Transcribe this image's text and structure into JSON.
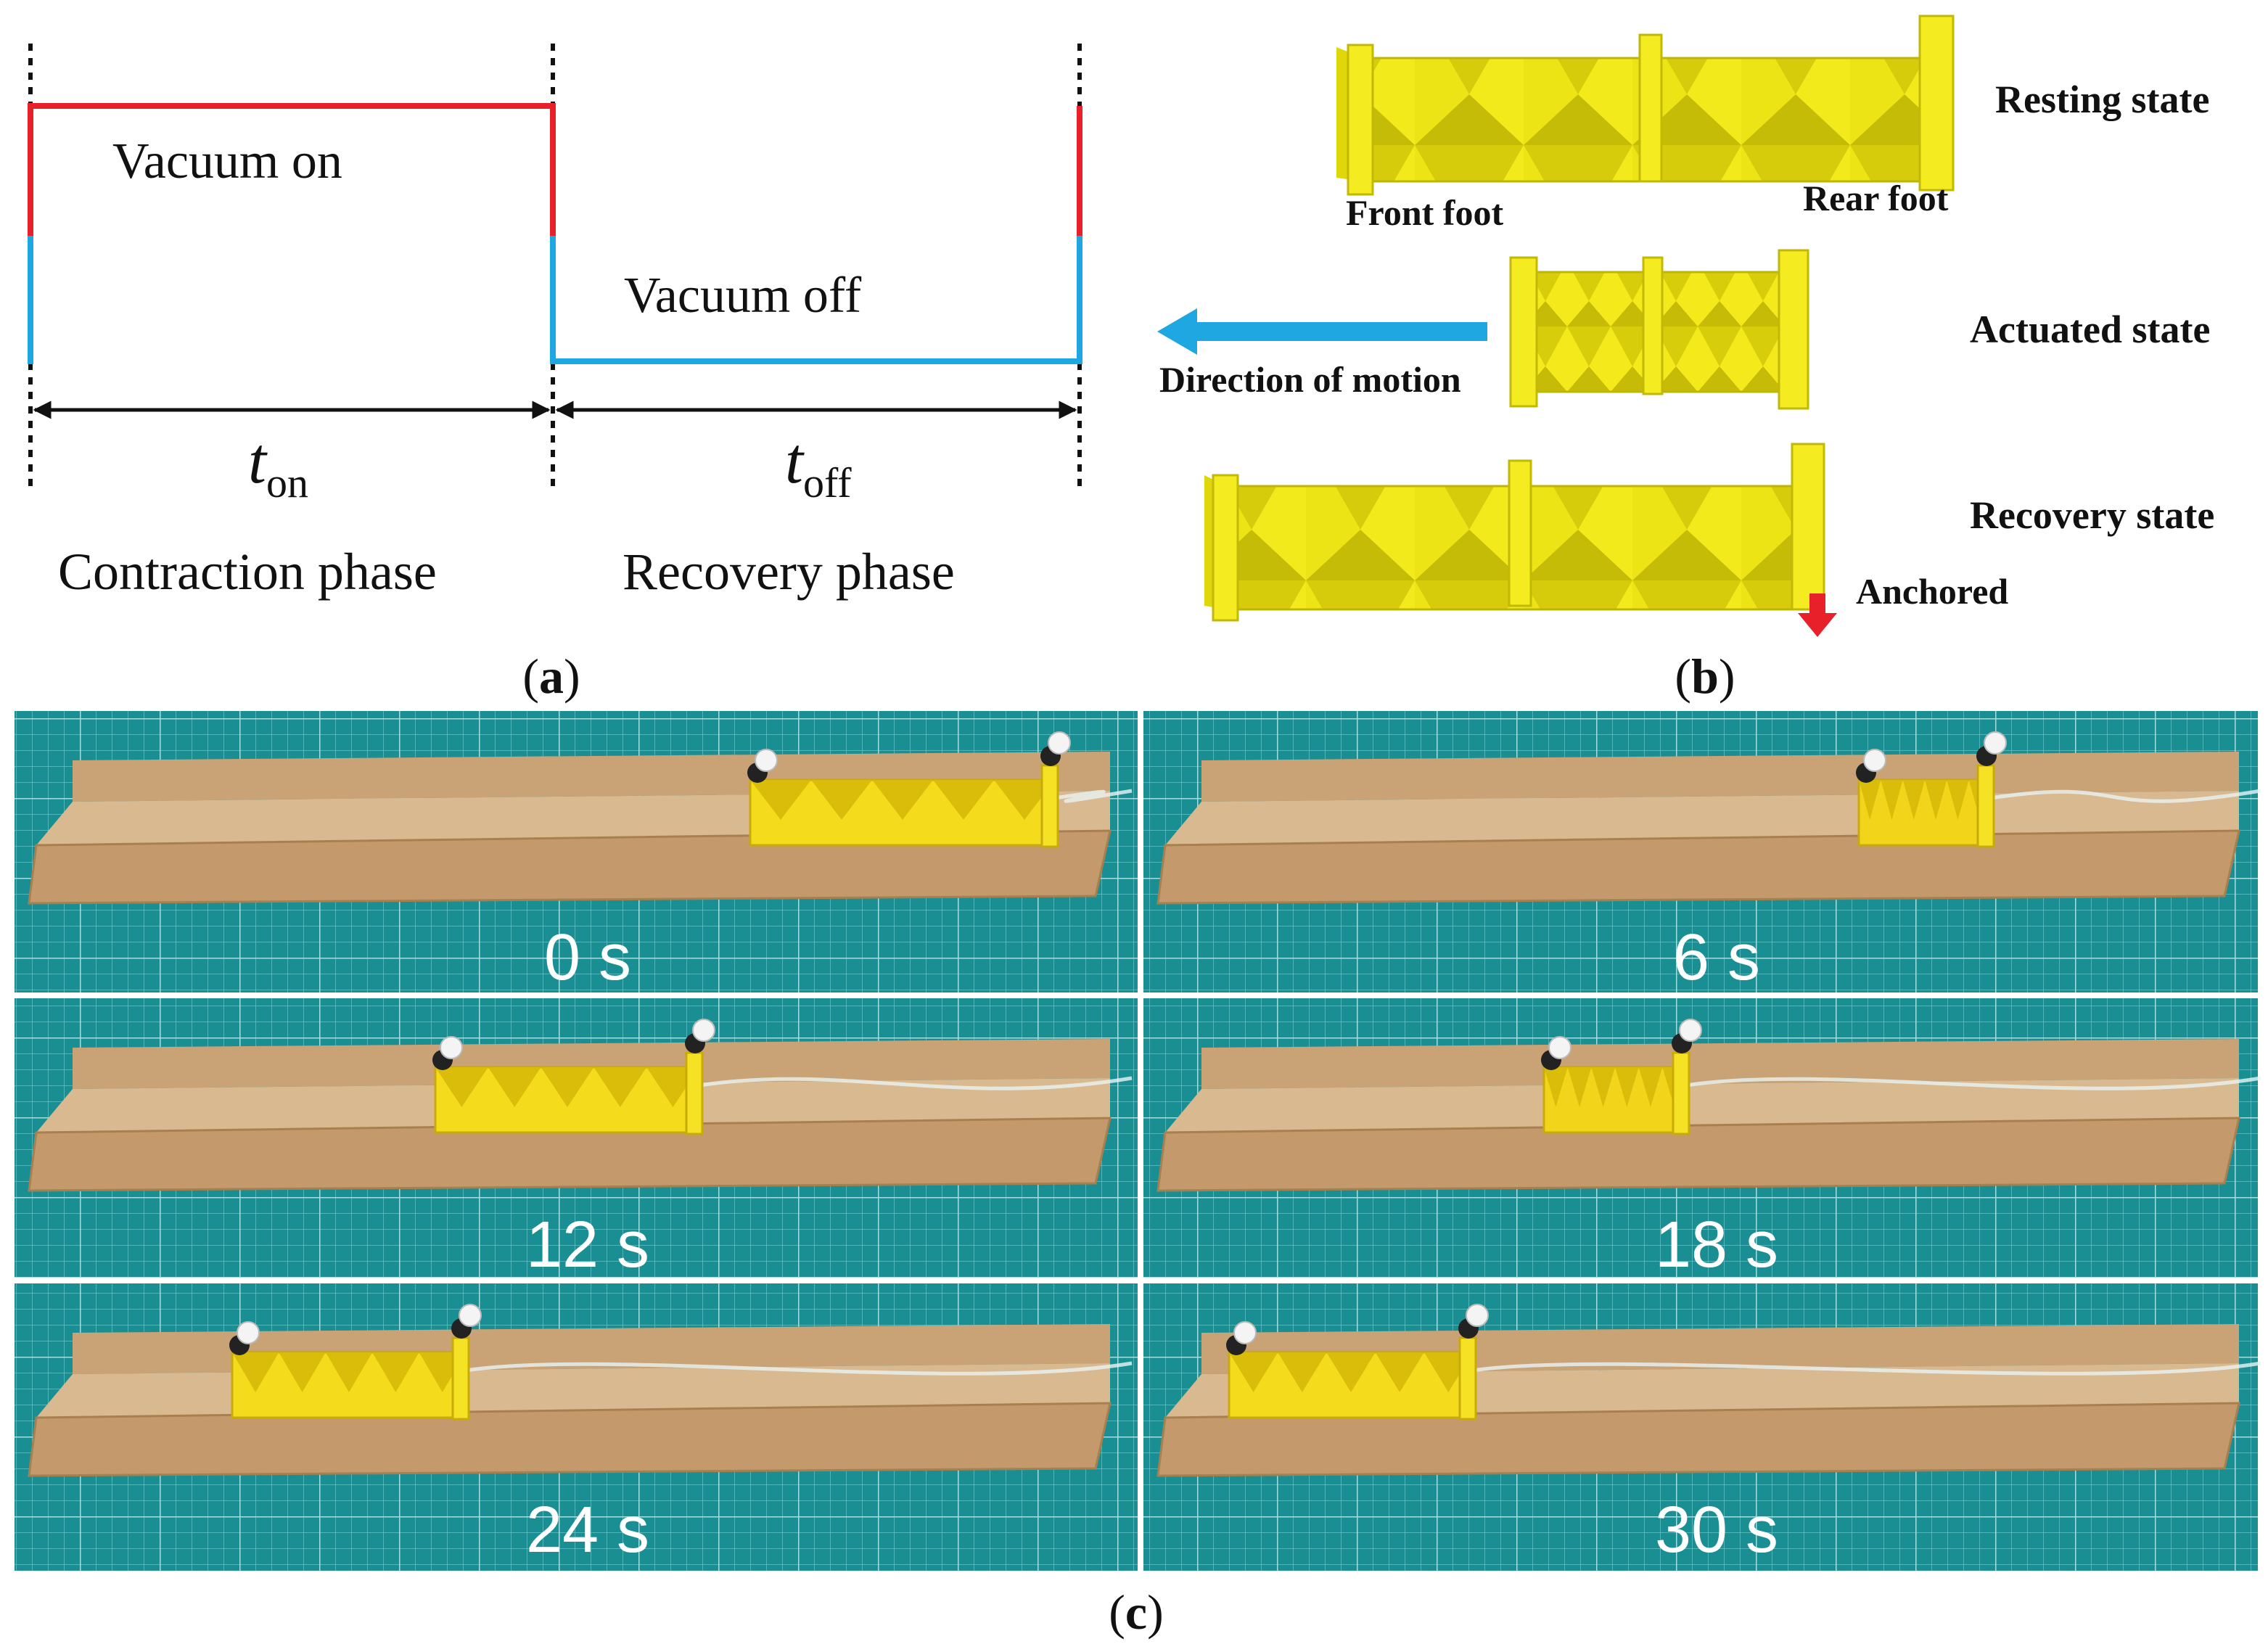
{
  "panel_a": {
    "label_open": "(",
    "label_letter": "a",
    "label_close": ")",
    "vacuum_on": "Vacuum on",
    "vacuum_off": "Vacuum off",
    "t_on_main": "t",
    "t_on_sub": "on",
    "t_off_main": "t",
    "t_off_sub": "off",
    "contraction_phase": "Contraction phase",
    "recovery_phase": "Recovery phase",
    "colors": {
      "on": "#e8202a",
      "off": "#1ea7e1",
      "arrow": "#111111"
    }
  },
  "panel_b": {
    "label_open": "(",
    "label_letter": "b",
    "label_close": ")",
    "resting_state": "Resting state",
    "actuated_state": "Actuated state",
    "recovery_state": "Recovery state",
    "front_foot": "Front foot",
    "rear_foot": "Rear foot",
    "direction_of_motion": "Direction of motion",
    "anchored": "Anchored",
    "colors": {
      "robot": "#e8e00e",
      "motion_arrow": "#1ea7e1",
      "anchor_arrow": "#e8202a"
    }
  },
  "panel_c": {
    "label_open": "(",
    "label_letter": "c",
    "label_close": ")",
    "frames": [
      {
        "time": "0 s"
      },
      {
        "time": "6 s"
      },
      {
        "time": "12 s"
      },
      {
        "time": "18 s"
      },
      {
        "time": "24 s"
      },
      {
        "time": "30 s"
      }
    ],
    "colors": {
      "mat": "#1a8f93",
      "channel": "#c49a6c"
    }
  }
}
